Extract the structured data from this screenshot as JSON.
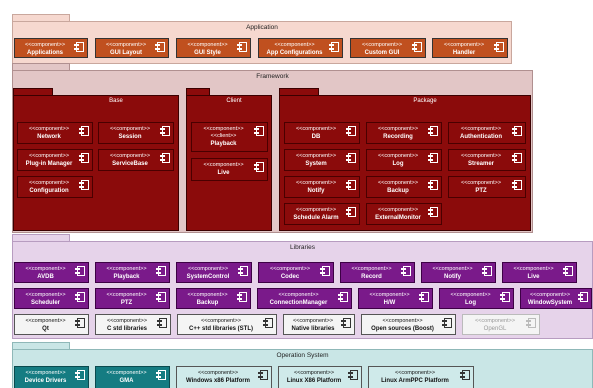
{
  "stereotype": "<<component>>",
  "client_stereotype": "<<client>>",
  "application": {
    "title": "Application",
    "components": [
      "Applications",
      "GUI Layout",
      "GUI Style",
      "App Configurations",
      "Custom GUI",
      "Handler"
    ]
  },
  "framework": {
    "title": "Framework",
    "base": {
      "title": "Base",
      "components": [
        "Network",
        "Session",
        "Plug-in Manager",
        "ServiceBase",
        "Configuration"
      ]
    },
    "client": {
      "title": "Client",
      "components": [
        "Playback",
        "Live"
      ]
    },
    "package": {
      "title": "Package",
      "components": [
        "DB",
        "Recording",
        "Authentication",
        "System",
        "Log",
        "Streamer",
        "Notify",
        "Backup",
        "PTZ",
        "Schedule Alarm",
        "ExternalMonitor"
      ]
    }
  },
  "libraries": {
    "title": "Libraries",
    "row1": [
      "AVDB",
      "Playback",
      "SystemControl",
      "Codec",
      "Record",
      "Notify",
      "Live"
    ],
    "row2": [
      "Scheduler",
      "PTZ",
      "Backup",
      "ConnectionManager",
      "H/W",
      "Log",
      "WindowSystem"
    ],
    "row3": [
      "Qt",
      "C std libraries",
      "C++ std libraries (STL)",
      "Native libraries",
      "Open sources (Boost)",
      "OpenGL"
    ]
  },
  "os": {
    "title": "Operation System",
    "components": [
      "Device Drivers",
      "GMA",
      "Windows x86 Platform",
      "Linux X86 Platform",
      "Linux ArmPPC Platform"
    ]
  },
  "colors": {
    "application": "#c0501f",
    "framework": "#8b0b0b",
    "libraries": "#7a1a8a",
    "os": "#157c82"
  }
}
